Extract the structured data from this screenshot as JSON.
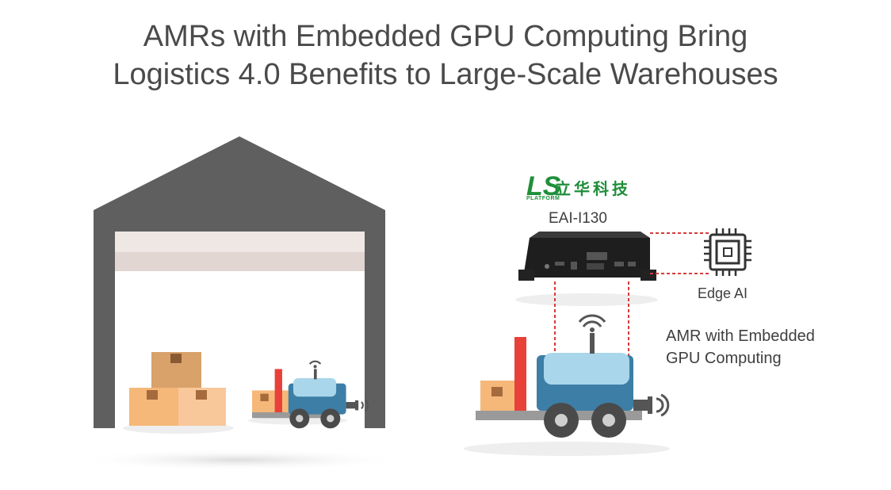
{
  "title": {
    "line1": "AMRs with Embedded GPU Computing Bring",
    "line2": "Logistics 4.0 Benefits to Large-Scale Warehouses"
  },
  "brand": {
    "mark": "LS",
    "sub": "PLATFORM",
    "chinese_name": "立华科技",
    "color": "#1f8f3a"
  },
  "device": {
    "model": "EAI-I130"
  },
  "chip": {
    "label": "Edge AI"
  },
  "amr": {
    "line1": "AMR with Embedded",
    "line2": "GPU Computing"
  },
  "colors": {
    "title_text": "#4a4a4a",
    "warehouse": "#5f5f5f",
    "amr_body": "#3d7ea6",
    "amr_cab": "#a9d6ea",
    "mast": "#e8413a",
    "box": "#f0b97a",
    "dashed_link": "#d93a3a"
  }
}
